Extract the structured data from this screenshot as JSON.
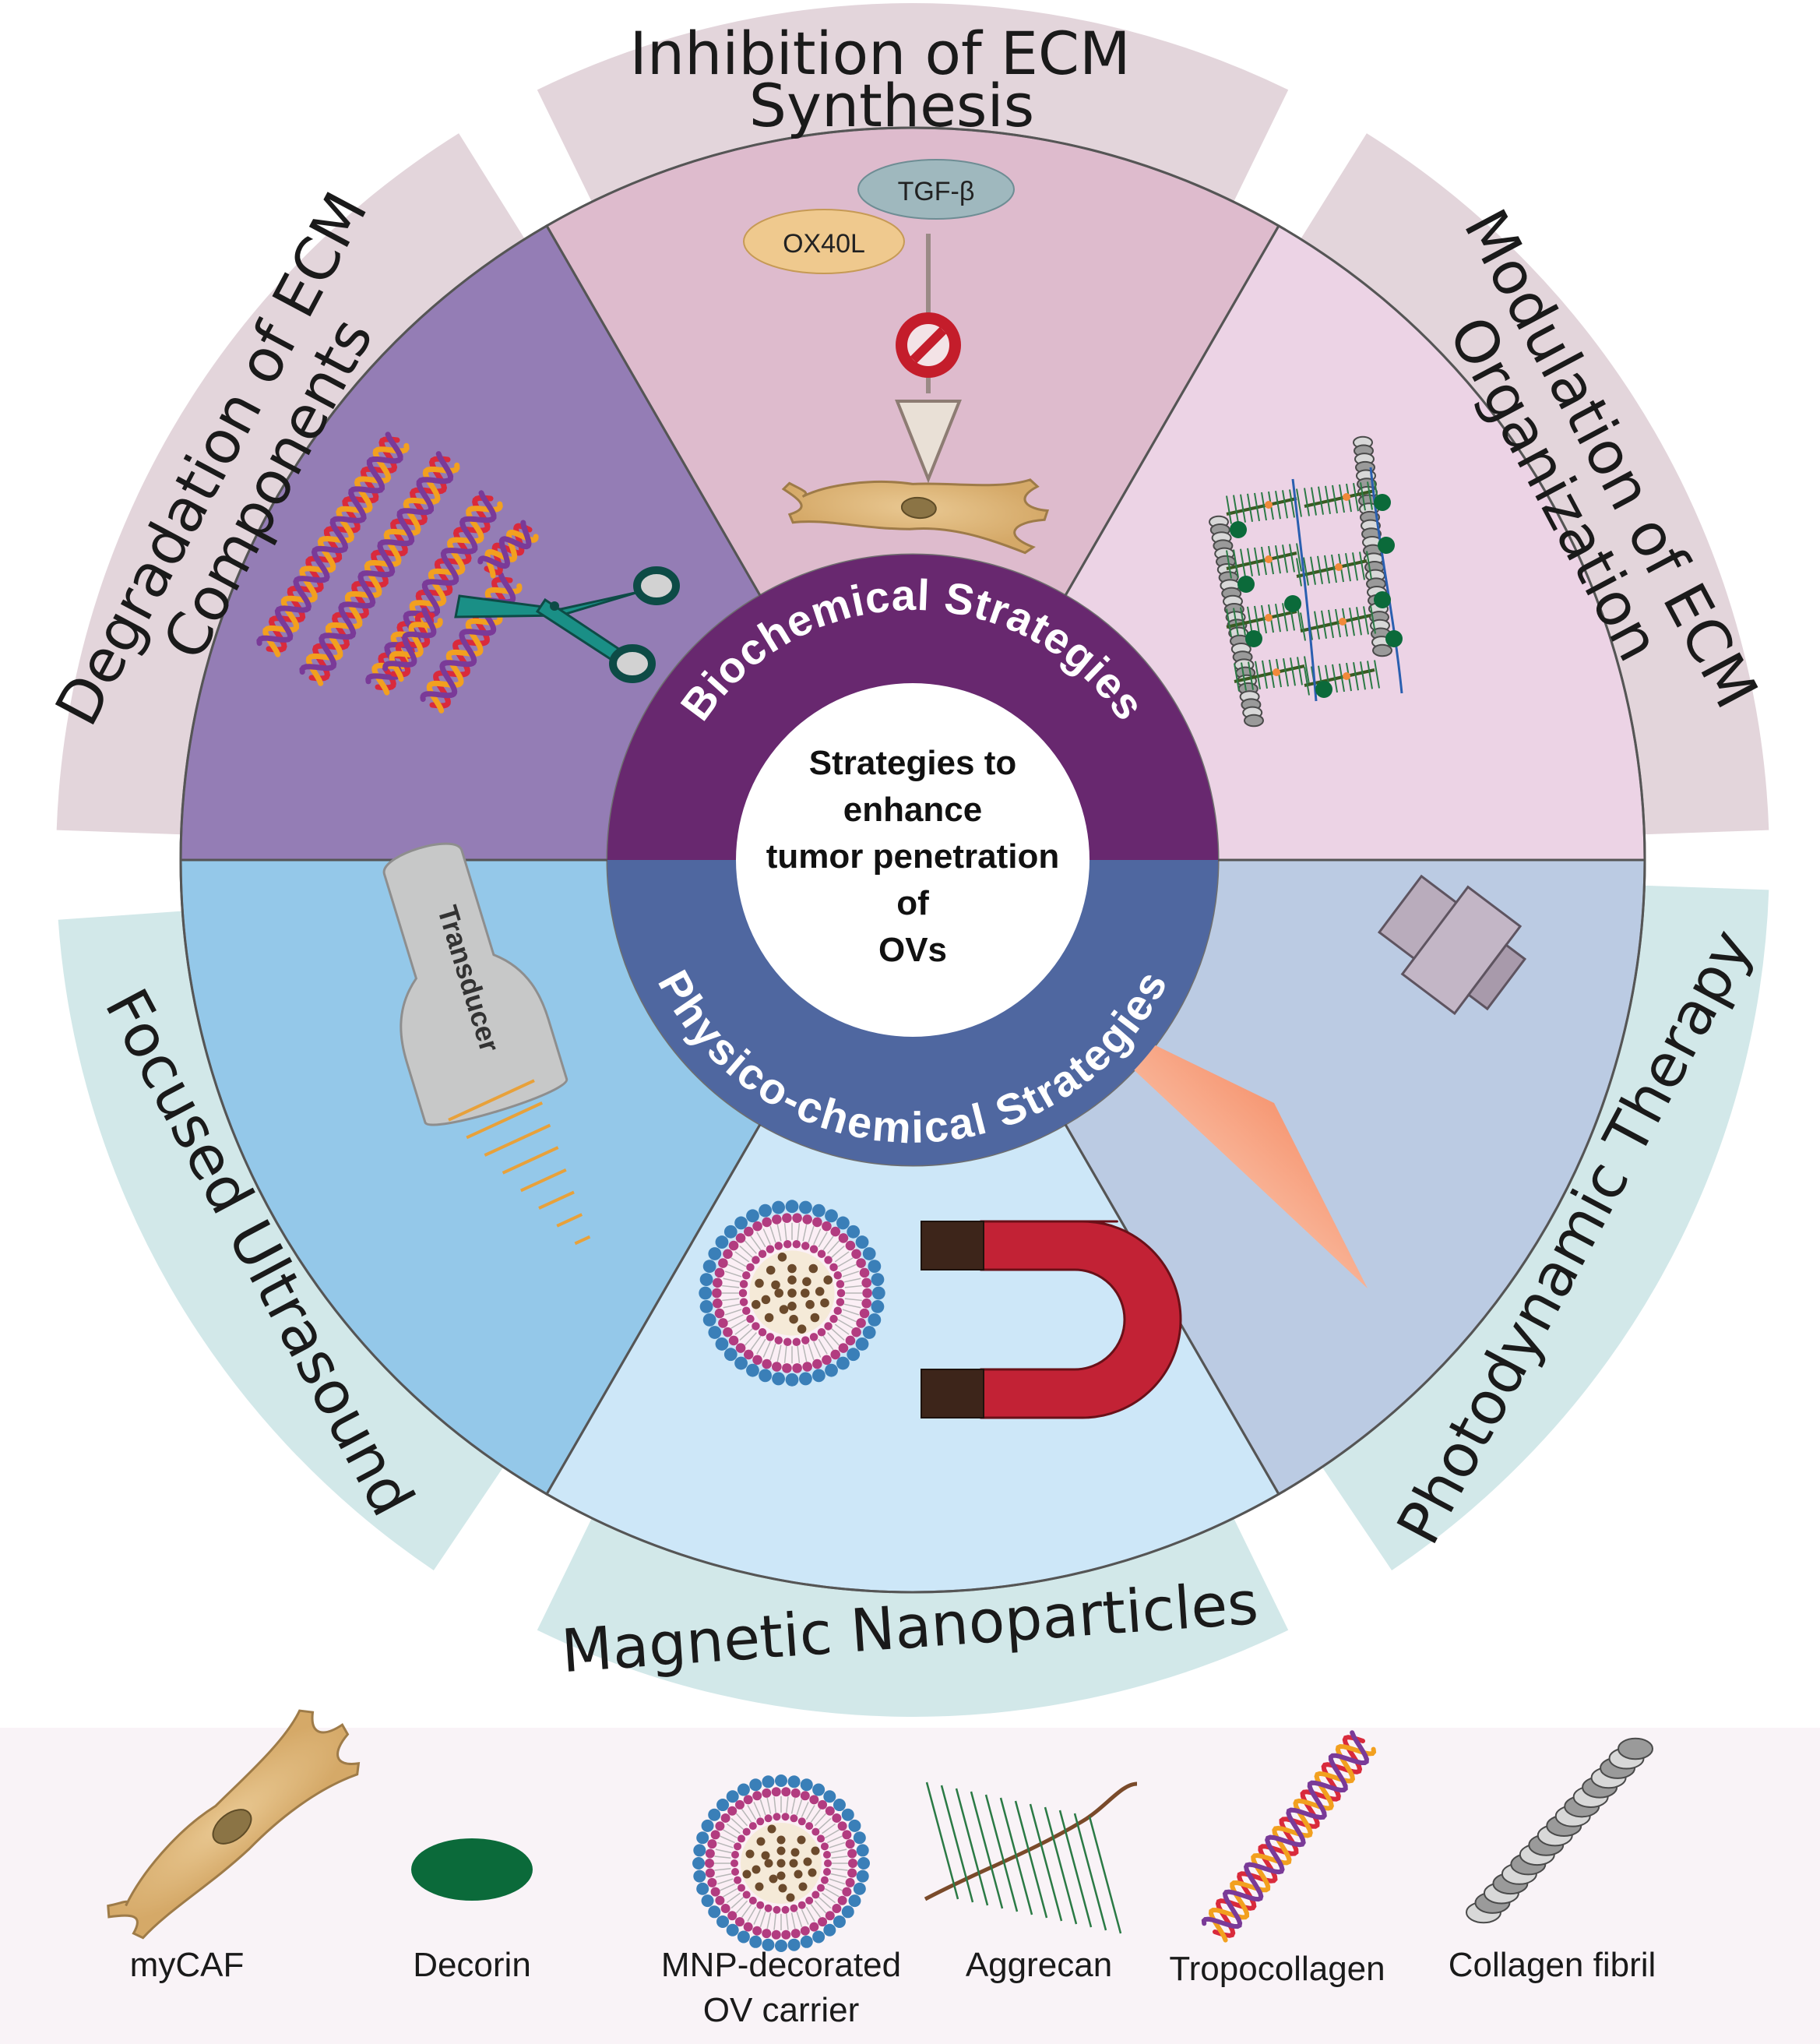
{
  "center": {
    "lines": [
      "Strategies to",
      "enhance",
      "tumor penetration",
      "of",
      "OVs"
    ]
  },
  "ring": {
    "top": "Biochemical Strategies",
    "bottom": "Physico-chemical Strategies"
  },
  "sectors": {
    "degradation": {
      "line1": "Degradation of ECM",
      "line2": "Components"
    },
    "inhibition": {
      "line1": "Inhibition of ECM",
      "line2": "Synthesis",
      "tgf": "TGF-β",
      "ox40l": "OX40L"
    },
    "modulation": {
      "line1": "Modulation of ECM",
      "line2": "Organization"
    },
    "ultrasound": {
      "label": "Focused Ultrasound",
      "transducer": "Transducer"
    },
    "magnetic": {
      "label": "Magnetic Nanoparticles"
    },
    "photodynamic": {
      "label": "Photodynamic Therapy"
    }
  },
  "legend": {
    "items": [
      {
        "name": "mycaf",
        "label1": "myCAF",
        "label2": ""
      },
      {
        "name": "decorin",
        "label1": "Decorin",
        "label2": ""
      },
      {
        "name": "mnp-carrier",
        "label1": "MNP-decorated",
        "label2": "OV carrier"
      },
      {
        "name": "aggrecan",
        "label1": "Aggrecan",
        "label2": ""
      },
      {
        "name": "tropocollagen",
        "label1": "Tropocollagen",
        "label2": ""
      },
      {
        "name": "collagen-fibril",
        "label1": "Collagen fibril",
        "label2": ""
      }
    ]
  },
  "colors": {
    "biochemical_band": "#e3d5db",
    "physico_band": "#d2e8e9",
    "degradation": "#947db5",
    "inhibition": "#debbcd",
    "modulation": "#ecd3e5",
    "ultrasound": "#94c8e9",
    "magnetic": "#cde7f8",
    "photodynamic": "#bbcbe3",
    "ring_top": "#68286f",
    "ring_bottom": "#4f67a0",
    "legend_bg": "#f9f3f7"
  }
}
